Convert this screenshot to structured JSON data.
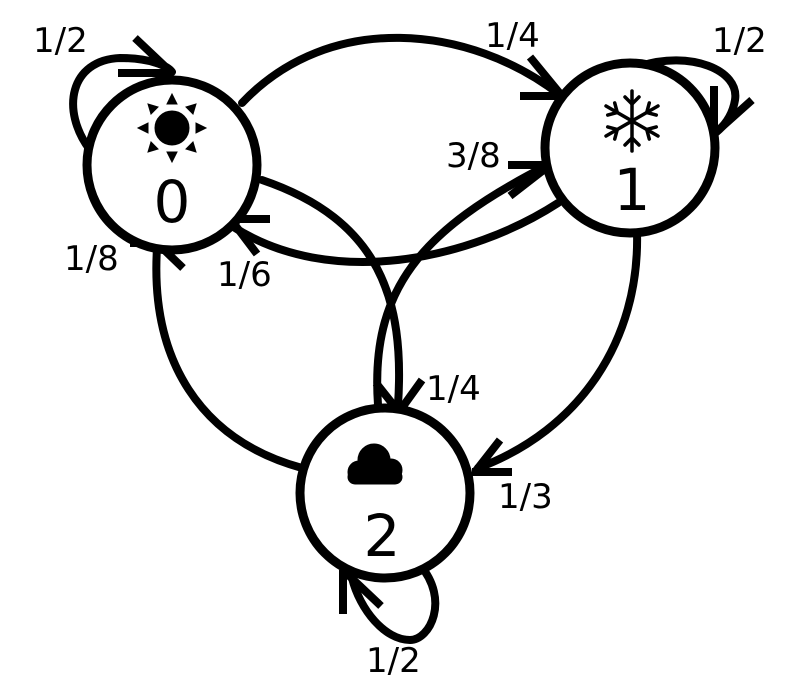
{
  "states": [
    {
      "id": "0",
      "icon": "sun-icon"
    },
    {
      "id": "1",
      "icon": "snowflake-icon"
    },
    {
      "id": "2",
      "icon": "cloud-icon"
    }
  ],
  "transitions": {
    "p00": "1/2",
    "p01": "1/4",
    "p02": "1/4",
    "p10": "1/6",
    "p11": "1/2",
    "p12": "1/3",
    "p20": "1/8",
    "p21": "3/8",
    "p22": "1/2"
  },
  "colors": {
    "ink": "#000000",
    "background": "#ffffff"
  }
}
